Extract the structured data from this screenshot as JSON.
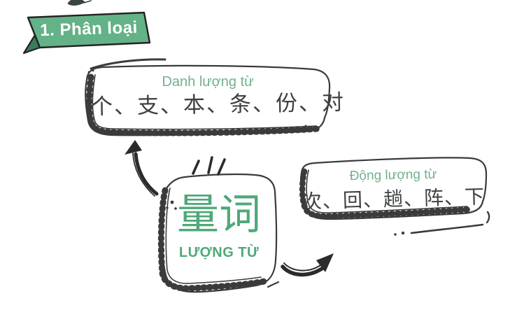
{
  "page": {
    "background": "#ffffff",
    "type": "hand-drawn-classification-diagram"
  },
  "badge": {
    "label": "1. Phân loại",
    "bg_color": "#64b287",
    "fold_color": "#3c7a5a",
    "text_color": "#ffffff"
  },
  "center_node": {
    "hanzi": "量词",
    "label": "LƯỢNG TỪ",
    "text_color": "#4fa878"
  },
  "boxes": [
    {
      "id": "noun-classifiers",
      "title": "Danh lượng từ",
      "examples": "个、支、本、条、份、对"
    },
    {
      "id": "verb-classifiers",
      "title": "Động lượng từ",
      "examples": "次、回、趟、阵、下"
    }
  ],
  "colors": {
    "green_accent": "#64b287",
    "green_text": "#72b18e",
    "ink": "#3b3b3b"
  }
}
